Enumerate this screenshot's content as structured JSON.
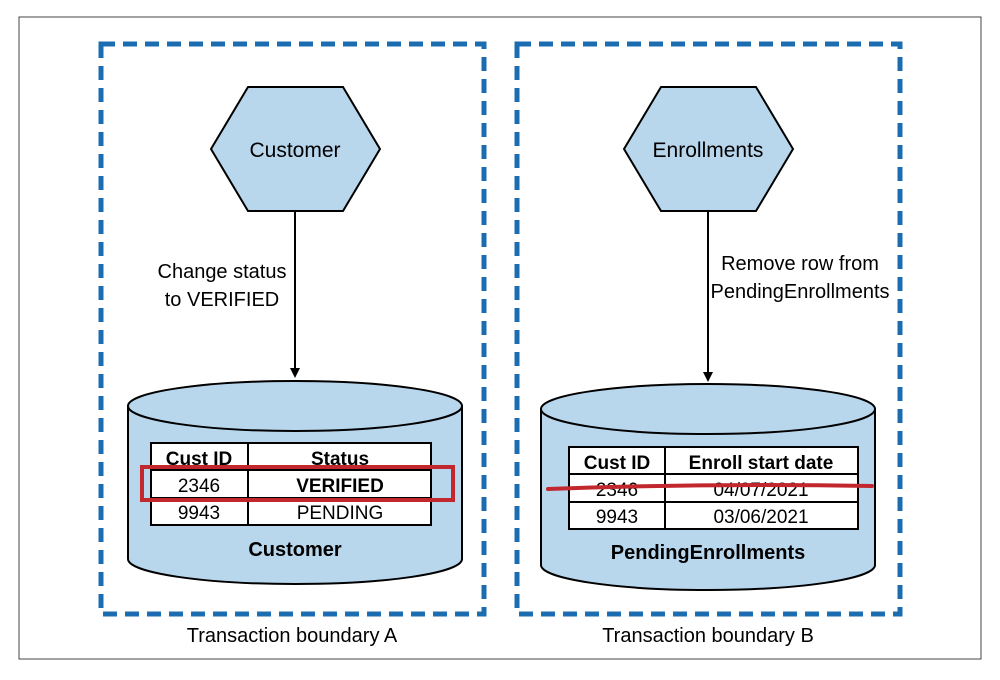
{
  "colors": {
    "boundary": "#1b6cb0",
    "fill": "#b8d6ec",
    "stroke": "#000000",
    "highlight": "#c1272d",
    "frame": "#444444"
  },
  "boundary_a": {
    "caption": "Transaction boundary A",
    "service": {
      "label": "Customer",
      "icon": "hexagon"
    },
    "action": {
      "line1": "Change status",
      "line2": "to VERIFIED"
    },
    "database": {
      "name": "Customer",
      "headers": [
        "Cust ID",
        "Status"
      ],
      "rows": [
        {
          "id": "2346",
          "value": "VERIFIED",
          "state": "highlighted"
        },
        {
          "id": "9943",
          "value": "PENDING",
          "state": "normal"
        }
      ]
    }
  },
  "boundary_b": {
    "caption": "Transaction boundary B",
    "service": {
      "label": "Enrollments",
      "icon": "hexagon"
    },
    "action": {
      "line1": "Remove row from",
      "line2": "PendingEnrollments"
    },
    "database": {
      "name": "PendingEnrollments",
      "headers": [
        "Cust ID",
        "Enroll start date"
      ],
      "rows": [
        {
          "id": "2346",
          "value": "04/07/2021",
          "state": "struck-through"
        },
        {
          "id": "9943",
          "value": "03/06/2021",
          "state": "normal"
        }
      ]
    }
  }
}
